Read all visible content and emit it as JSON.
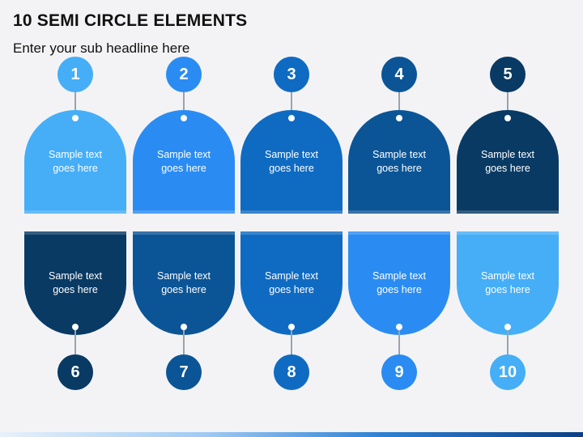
{
  "title": "10 SEMI CIRCLE ELEMENTS",
  "subtitle": "Enter your sub headline here",
  "top_items": [
    {
      "number": "1",
      "line1": "Sample text",
      "line2": "goes here",
      "color": "#45aef7"
    },
    {
      "number": "2",
      "line1": "Sample text",
      "line2": "goes here",
      "color": "#2a8cf2"
    },
    {
      "number": "3",
      "line1": "Sample text",
      "line2": "goes here",
      "color": "#0f6bc2"
    },
    {
      "number": "4",
      "line1": "Sample text",
      "line2": "goes here",
      "color": "#0b5597"
    },
    {
      "number": "5",
      "line1": "Sample text",
      "line2": "goes here",
      "color": "#083a64"
    }
  ],
  "bottom_items": [
    {
      "number": "6",
      "line1": "Sample text",
      "line2": "goes here",
      "color": "#083a64"
    },
    {
      "number": "7",
      "line1": "Sample text",
      "line2": "goes here",
      "color": "#0b5597"
    },
    {
      "number": "8",
      "line1": "Sample text",
      "line2": "goes here",
      "color": "#0f6bc2"
    },
    {
      "number": "9",
      "line1": "Sample text",
      "line2": "goes here",
      "color": "#2a8cf2"
    },
    {
      "number": "10",
      "line1": "Sample text",
      "line2": "goes here",
      "color": "#45aef7"
    }
  ],
  "colors": {
    "background": "#f3f3f5",
    "stem": "#9aa3ad"
  }
}
